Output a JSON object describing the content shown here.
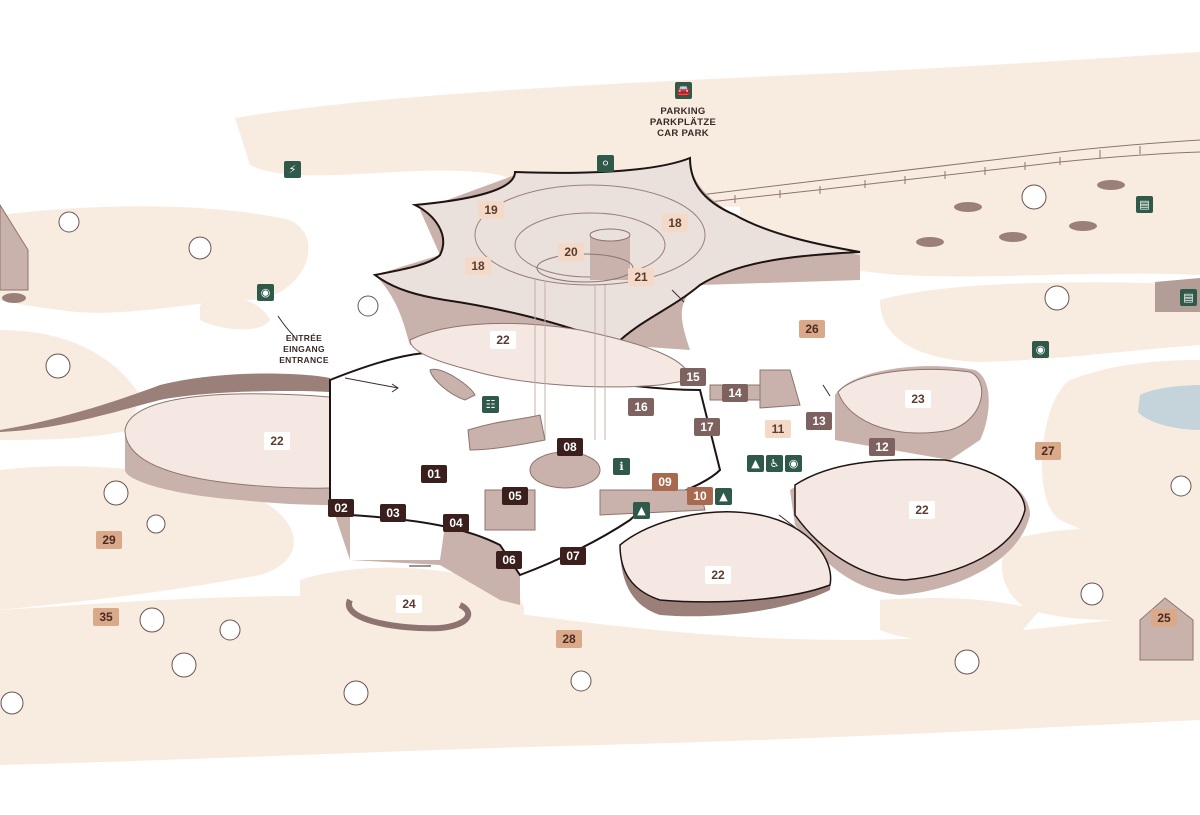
{
  "colors": {
    "ground": "#f8ece1",
    "wall_top": "#e7dad4",
    "wall_face": "#c9b2ab",
    "wall_shadow": "#9b807a",
    "outline": "#1f1413",
    "label_dark": "#3a1f1c",
    "label_mid": "#7d6260",
    "label_rust": "#a9694e",
    "label_light": "#f3d9c6",
    "icon_green": "#2f5a4a",
    "water": "#c5d3da"
  },
  "signs": {
    "parking": [
      "PARKING",
      "PARKPLÄTZE",
      "CAR PARK"
    ],
    "entrance": [
      "ENTRÉE",
      "EINGANG",
      "ENTRANCE"
    ]
  },
  "numbers": {
    "n01": "01",
    "n02": "02",
    "n03": "03",
    "n04": "04",
    "n05": "05",
    "n06": "06",
    "n07": "07",
    "n08": "08",
    "n09": "09",
    "n10": "10",
    "n11": "11",
    "n12": "12",
    "n13": "13",
    "n14": "14",
    "n15": "15",
    "n16": "16",
    "n17": "17",
    "n18": "18",
    "n19": "19",
    "n20": "20",
    "n21": "21",
    "n22": "22",
    "n23": "23",
    "n24": "24",
    "n25": "25",
    "n26": "26",
    "n27": "27",
    "n28": "28",
    "n29": "29",
    "n35": "35"
  },
  "icons": {
    "parking": "car-icon",
    "bike": "bike-icon",
    "charging": "ev-charging-icon",
    "photo": "camera-icon",
    "shop": "shopping-cart-icon",
    "info": "information-icon",
    "toilet": "toilet-icon",
    "accessible": "wheelchair-icon",
    "baby": "baby-stroller-icon",
    "restaurant": "restaurant-icon",
    "picnic": "picnic-table-icon",
    "bus": "bus-icon"
  }
}
